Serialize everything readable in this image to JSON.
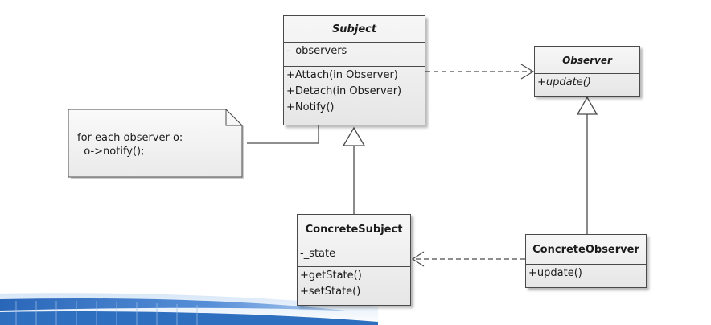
{
  "subject": {
    "name": "Subject",
    "attributes": [
      "-_observers"
    ],
    "operations": [
      "+Attach(in Observer)",
      "+Detach(in Observer)",
      "+Notify()"
    ]
  },
  "observer": {
    "name": "Observer",
    "operations": [
      "+update()"
    ]
  },
  "concrete_subject": {
    "name": "ConcreteSubject",
    "attributes": [
      "-_state"
    ],
    "operations": [
      "+getState()",
      "+setState()"
    ]
  },
  "concrete_observer": {
    "name": "ConcreteObserver",
    "operations": [
      "+update()"
    ]
  },
  "note": {
    "lines": [
      "for each observer o:",
      "  o->notify();"
    ]
  },
  "colors": {
    "line": "#4a4a4a",
    "box_top": "#f7f7f7",
    "box_bottom": "#e6e6e6",
    "banner": "#2f6fc0"
  }
}
